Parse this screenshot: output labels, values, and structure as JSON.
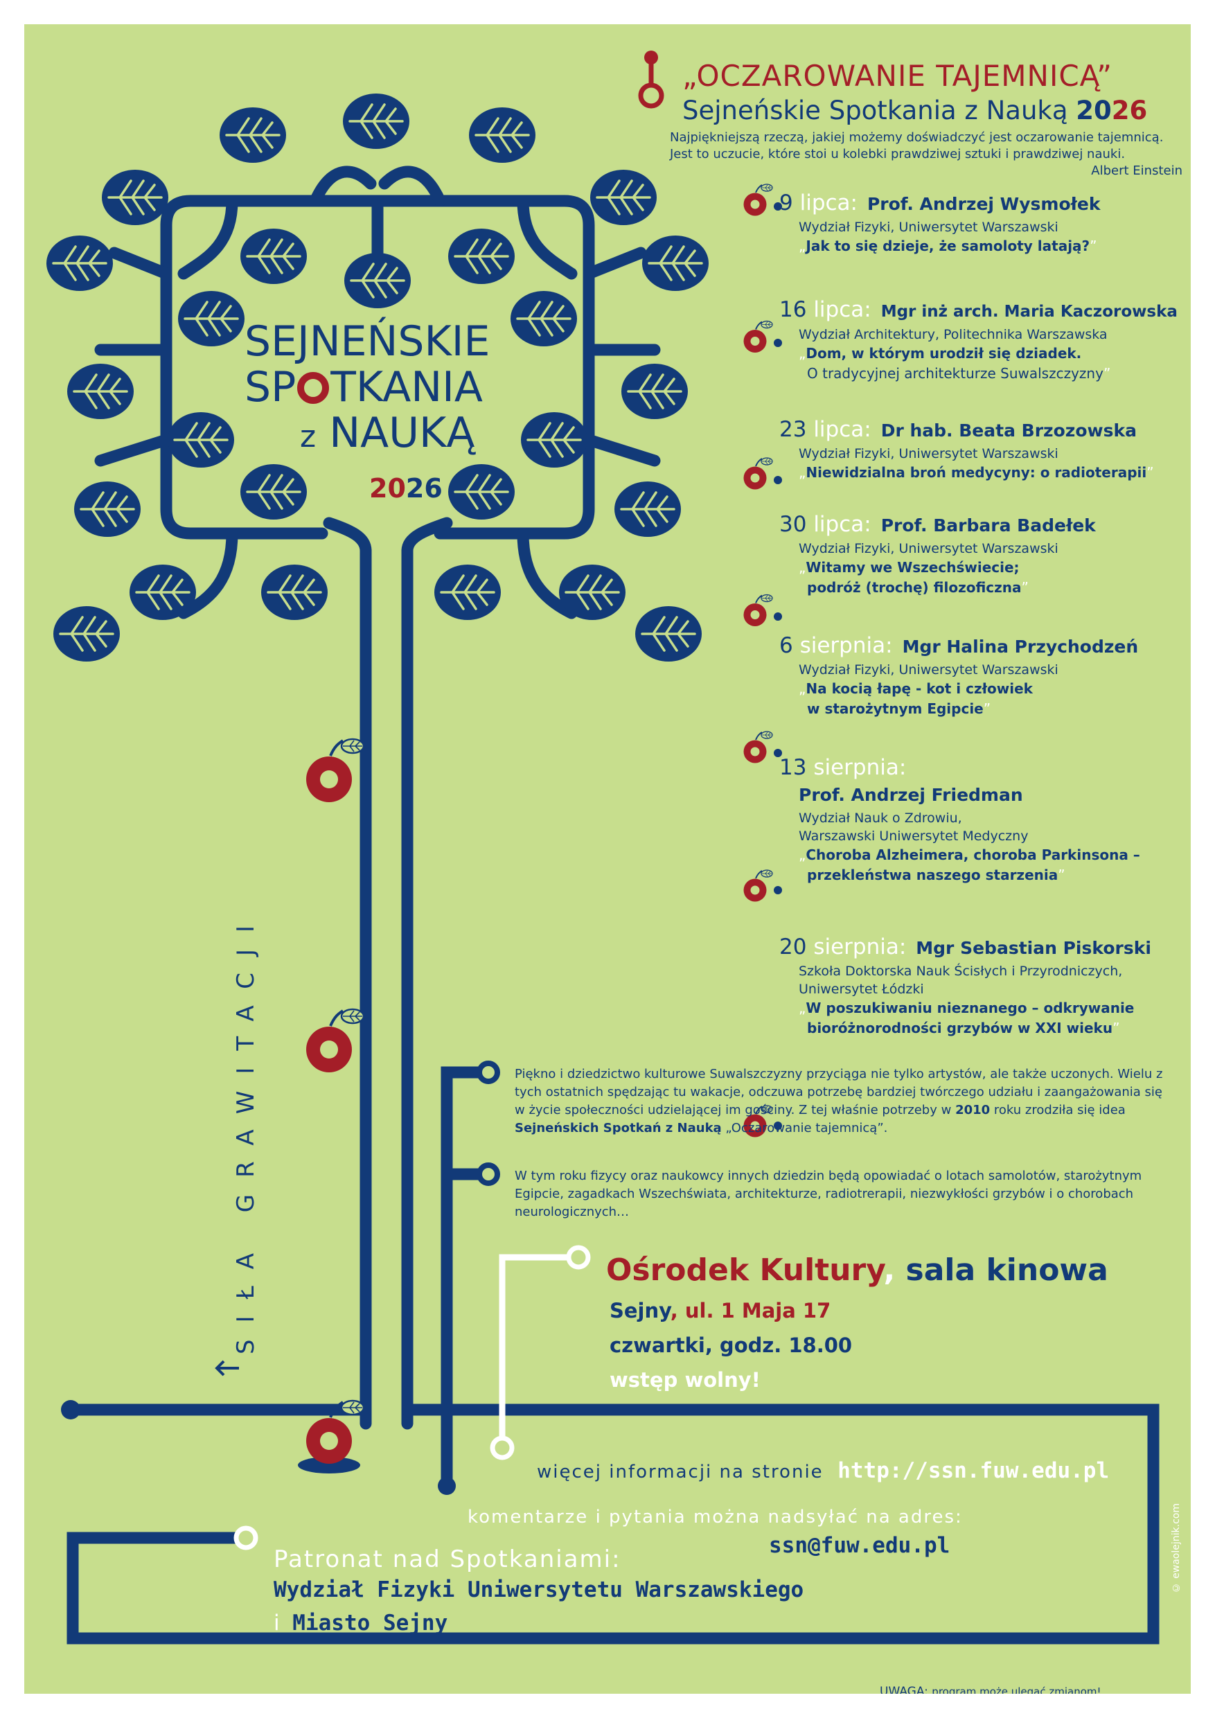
{
  "header": {
    "title": "„OCZAROWANIE TAJEMNICĄ”",
    "subtitle_text": "Sejneńskie Spotkania z Nauką",
    "year_a": "20",
    "year_b": "26",
    "quote": "Najpiękniejszą rzeczą, jakiej możemy doświadczyć jest oczarowanie tajemnicą. Jest to uczucie, które stoi u kolebki prawdziwej sztuki i prawdziwej nauki.",
    "quote_author": "Albert Einstein"
  },
  "logo": {
    "line1": "SEJNEŃSKIE",
    "line2_a": "SP",
    "line2_b": "TKANIA",
    "line3_a": "z",
    "line3_b": "NAUKĄ",
    "year_a": "20",
    "year_b": "26",
    "accent_color": "#a41e28",
    "main_color": "#123a78"
  },
  "lectures": [
    {
      "day": "9",
      "month": "lipca:",
      "name": "Prof. Andrzej Wysmołek",
      "lines": [
        "Wydział Fizyki, Uniwersytet Warszawski"
      ],
      "title_lines": [
        "Jak to się dzieje, że samoloty latają?"
      ]
    },
    {
      "day": "16",
      "month": "lipca:",
      "name": "Mgr inż arch. Maria Kaczorowska",
      "lines": [
        "Wydział Architektury, Politechnika Warszawska"
      ],
      "title_lines": [
        "Dom, w którym urodził się dziadek.",
        "O tradycyjnej architekturze Suwalszczyzny"
      ]
    },
    {
      "day": "23",
      "month": "lipca:",
      "name": "Dr hab. Beata Brzozowska",
      "lines": [
        "Wydział Fizyki, Uniwersytet Warszawski"
      ],
      "title_lines": [
        "Niewidzialna broń medycyny: o radioterapii"
      ]
    },
    {
      "day": "30",
      "month": "lipca:",
      "name": "Prof. Barbara Badełek",
      "lines": [
        "Wydział Fizyki, Uniwersytet Warszawski"
      ],
      "title_lines": [
        "Witamy we Wszechświecie;",
        "podróż (trochę) filozoficzna"
      ]
    },
    {
      "day": "6",
      "month": "sierpnia:",
      "name": "Mgr Halina Przychodzeń",
      "lines": [
        "Wydział Fizyki, Uniwersytet Warszawski"
      ],
      "title_lines": [
        "Na kocią łapę - kot i człowiek",
        "w starożytnym Egipcie"
      ]
    },
    {
      "day": "13",
      "month": "sierpnia:",
      "name": "Prof. Andrzej Friedman",
      "lines": [
        "Wydział Nauk o Zdrowiu,",
        "Warszawski Uniwersytet Medyczny"
      ],
      "title_lines": [
        "Choroba Alzheimera, choroba Parkinsona –",
        "przekleństwa naszego starzenia"
      ]
    },
    {
      "day": "20",
      "month": "sierpnia:",
      "name": "Mgr Sebastian Piskorski",
      "lines": [
        "Szkoła Doktorska Nauk Ścisłych i Przyrodniczych,",
        "Uniwersytet Łódzki"
      ],
      "title_lines": [
        "W poszukiwaniu nieznanego – odkrywanie",
        "bioróżnorodności grzybów w XXI wieku"
      ]
    }
  ],
  "about": {
    "p1_a": "Piękno i dziedzictwo kulturowe Suwalszczyzny przyciąga nie tylko artystów, ale także uczonych. Wielu z tych ostatnich spędzając tu wakacje, odczuwa potrzebę bardziej twórczego udziału i zaangażowania się w życie społeczności udzielającej im gościny. Z tej właśnie potrzeby w",
    "p1_year": "2010",
    "p1_b": "roku zrodziła się idea",
    "p1_name": "Sejneńskich Spotkań z Nauką",
    "p1_c": "„Oczarowanie tajemnicą”.",
    "p2": "W tym roku fizycy oraz naukowcy innych dziedzin będą opowiadać o lotach samolotów, starożytnym Egipcie, zagadkach Wszechświata, architekturze, radiotrerapii, niezwykłości grzybów i o chorobach neurologicznych…"
  },
  "venue": {
    "place": "Ośrodek Kultury",
    "comma": ",",
    "hall": "sala kinowa",
    "town": "Sejny",
    "street": ", ul. 1 Maja 17",
    "time": "czwartki, godz. 18.00",
    "entry": "wstęp wolny!"
  },
  "contact": {
    "info_text": "więcej informacji na stronie",
    "url": "http://ssn.fuw.edu.pl",
    "comments_text": "komentarze i pytania można nadsyłać na adres:",
    "email": "ssn@fuw.edu.pl"
  },
  "patronage": {
    "heading": "Patronat nad Spotkaniami:",
    "line1": "Wydział Fizyki Uniwersytetu Warszawskiego",
    "line2_a": "i",
    "line2_b": "Miasto Sejny"
  },
  "side_text": "SIŁA GRAWITACJI",
  "credit": "© ewaolejnik.com",
  "note_a": "UWAGA:",
  "note_b": "program może ulegać zmianom!",
  "colors": {
    "background": "#c7de8d",
    "navy": "#123a78",
    "red": "#a41e28",
    "white": "#ffffff"
  }
}
